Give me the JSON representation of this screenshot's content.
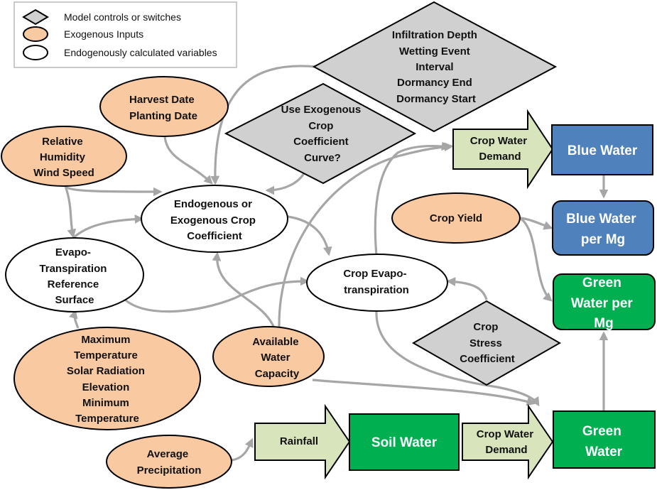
{
  "colors": {
    "switch": "#d0d0d0",
    "exogenous": "#f9c9a2",
    "endogenous": "#ffffff",
    "arrow_fill": "#d8e4bc",
    "blue_box": "#4f81bd",
    "green_box": "#00b050",
    "edge": "#a6a6a6"
  },
  "legend": {
    "items": [
      {
        "shape": "diamond",
        "label": "Model controls or switches"
      },
      {
        "shape": "ellipse-exogenous",
        "label": "Exogenous Inputs"
      },
      {
        "shape": "ellipse-endogenous",
        "label": "Endogenously calculated variables"
      }
    ]
  },
  "nodes": {
    "infiltration": {
      "type": "switch",
      "lines": [
        "Infiltration Depth",
        "Wetting  Event",
        "Interval",
        "Dormancy End",
        "Dormancy Start"
      ]
    },
    "use_exogenous": {
      "type": "switch",
      "lines": [
        "Use Exogenous",
        "Crop",
        "Coefficient",
        "Curve?"
      ]
    },
    "crop_stress": {
      "type": "switch",
      "lines": [
        "Crop",
        "Stress",
        "Coefficient"
      ]
    },
    "harvest": {
      "type": "exogenous",
      "lines": [
        "Harvest Date",
        "Planting Date"
      ]
    },
    "humidity": {
      "type": "exogenous",
      "lines": [
        "Relative",
        "Humidity",
        "Wind Speed"
      ]
    },
    "crop_yield": {
      "type": "exogenous",
      "lines": [
        "Crop Yield"
      ]
    },
    "max_temp": {
      "type": "exogenous",
      "lines": [
        "Maximum",
        "Temperature",
        "Solar Radiation",
        "Elevation",
        "Minimum",
        "Temperature"
      ]
    },
    "available_water": {
      "type": "exogenous",
      "lines": [
        "Available",
        "Water",
        "Capacity"
      ]
    },
    "avg_precip": {
      "type": "exogenous",
      "lines": [
        "Average",
        "Precipitation"
      ]
    },
    "crop_coeff": {
      "type": "endogenous",
      "lines": [
        "Endogenous or",
        "Exogenous Crop",
        "Coefficient"
      ]
    },
    "evapo_ref": {
      "type": "endogenous",
      "lines": [
        "Evapo-",
        "Transpiration",
        "Reference",
        "Surface"
      ]
    },
    "crop_evapo": {
      "type": "endogenous",
      "lines": [
        "Crop Evapo-",
        "transpiration"
      ]
    },
    "crop_demand_top": {
      "type": "arrow",
      "lines": [
        "Crop Water",
        "Demand"
      ]
    },
    "rainfall": {
      "type": "arrow",
      "lines": [
        "Rainfall"
      ]
    },
    "crop_demand_bottom": {
      "type": "arrow",
      "lines": [
        "Crop Water",
        "Demand"
      ]
    },
    "blue_water": {
      "type": "blue-box",
      "lines": [
        "Blue Water"
      ]
    },
    "blue_per_mg": {
      "type": "blue-box",
      "lines": [
        "Blue Water",
        "per Mg"
      ]
    },
    "green_per_mg": {
      "type": "green-box",
      "lines": [
        "Green",
        "Water per",
        "Mg"
      ]
    },
    "soil_water": {
      "type": "green-box",
      "lines": [
        "Soil Water"
      ]
    },
    "green_water": {
      "type": "green-box",
      "lines": [
        "Green",
        "Water"
      ]
    }
  }
}
